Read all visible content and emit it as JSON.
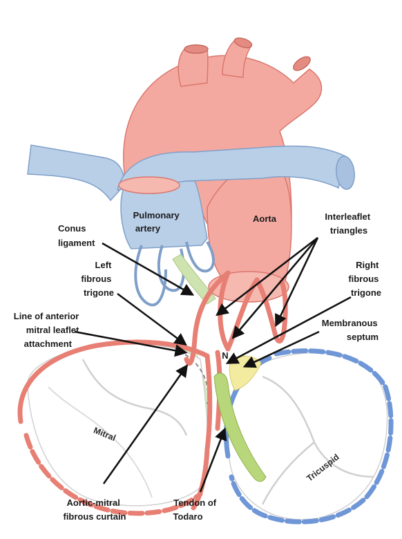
{
  "labels": {
    "pulmonary_artery": [
      "Pulmonary",
      "artery"
    ],
    "aorta": "Aorta",
    "conus_ligament": [
      "Conus",
      "ligament"
    ],
    "interleaflet_triangles": [
      "Interleaflet",
      "triangles"
    ],
    "left_fibrous_trigone": [
      "Left",
      "fibrous",
      "trigone"
    ],
    "right_fibrous_trigone": [
      "Right",
      "fibrous",
      "trigone"
    ],
    "line_of_anterior_mitral_leaflet_attachment": [
      "Line of anterior",
      "mitral leaflet",
      "attachment"
    ],
    "membranous_septum": [
      "Membranous",
      "septum"
    ],
    "node_marker": "N",
    "mitral": "Mitral",
    "tricuspid": "Tricuspid",
    "aortic_mitral_fibrous_curtain": [
      "Aortic-mitral",
      "fibrous curtain"
    ],
    "tendon_of_todaro": [
      "Tendon of",
      "Todaro"
    ]
  },
  "colors": {
    "aorta_fill": "#f4a9a0",
    "aorta_stroke": "#d9776d",
    "pulmonary_fill": "#b9cfe8",
    "pulmonary_stroke": "#7f9fc8",
    "fibrous_green": "#cfe3b0",
    "tendon_green": "#b8d67a",
    "septum_yellow": "#f3eba0",
    "valve_fill": "#ffffff",
    "valve_fold": "#cfcfcf",
    "mitral_ring": "#e77f74",
    "tricuspid_ring": "#6f96d6",
    "arrow": "#111111"
  }
}
